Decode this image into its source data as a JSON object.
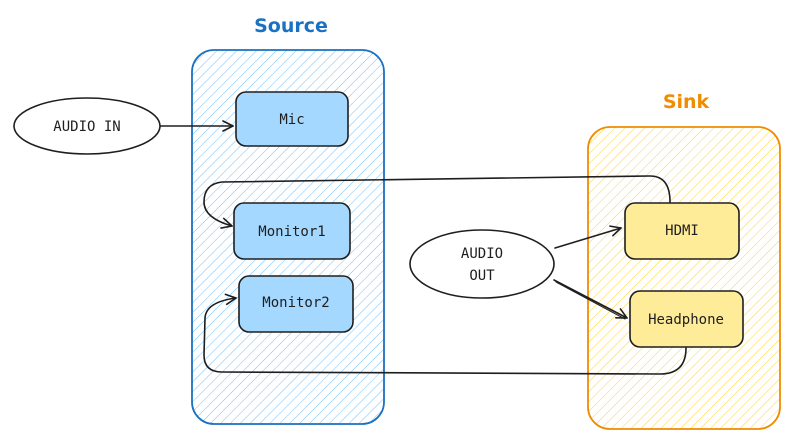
{
  "groups": {
    "source": {
      "title": "Source",
      "color": "#1971c2",
      "fill": "#a5d8ff"
    },
    "sink": {
      "title": "Sink",
      "color": "#f08c00",
      "fill": "#ffec99"
    }
  },
  "nodes": {
    "audio_in": "AUDIO IN",
    "audio_out_line1": "AUDIO",
    "audio_out_line2": "OUT",
    "mic": "Mic",
    "monitor1": "Monitor1",
    "monitor2": "Monitor2",
    "hdmi": "HDMI",
    "headphone": "Headphone"
  }
}
